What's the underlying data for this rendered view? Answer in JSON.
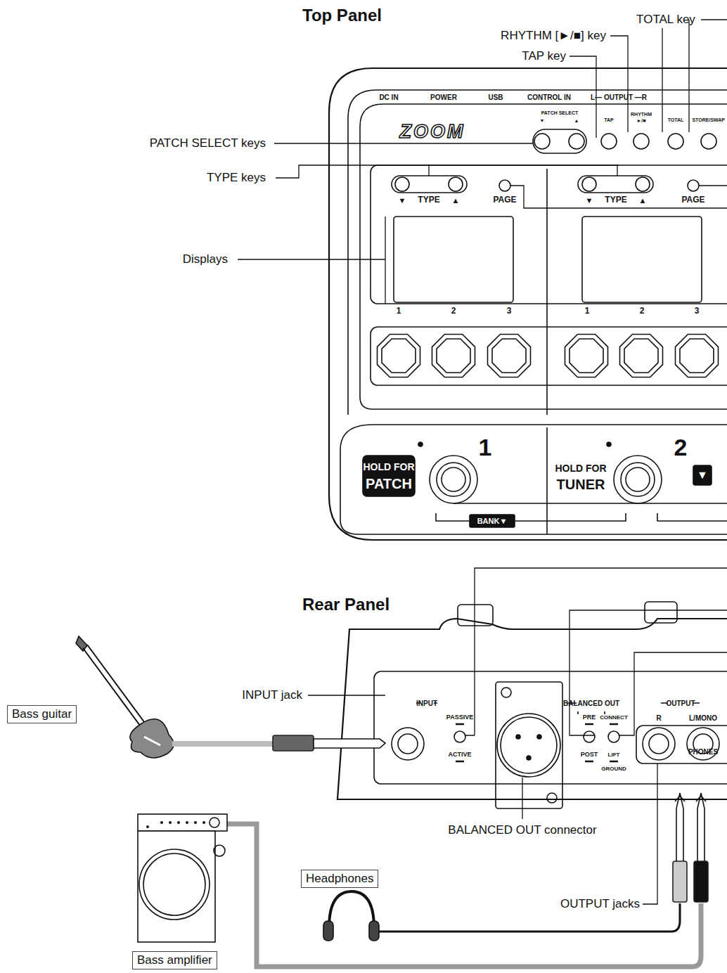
{
  "diagram": {
    "nodes": [
      {
        "text": [
          "Bass guitar"
        ]
      },
      {
        "text": [
          "Headphones"
        ]
      },
      {
        "text": [
          "Bass amplifier"
        ]
      }
    ],
    "labels": [
      "Top Panel",
      "TOTAL key",
      "RHYTHM [►/■] key",
      "TAP key",
      "PATCH SELECT keys",
      "TYPE keys",
      "Displays",
      "DC IN",
      "POWER",
      "USB",
      "CONTROL IN",
      "L— OUTPUT —R",
      "PATCH SELECT",
      "▼",
      "▲",
      "TAP",
      "RHYTHM",
      "►/■",
      "TOTAL",
      "STORE/SWAP",
      "ZOOM",
      "▼",
      "TYPE",
      "▲",
      "PAGE",
      "▼",
      "TYPE",
      "▲",
      "PAGE",
      "1",
      "2",
      "3",
      "1",
      "2",
      "3",
      "HOLD FOR",
      "PATCH",
      "1",
      "HOLD FOR",
      "TUNER",
      "2",
      "▼",
      "BANK▼",
      "Rear Panel",
      "INPUT jack",
      "INPUT",
      "PASSIVE",
      "ACTIVE",
      "BALANCED OUT",
      "PRE",
      "POST",
      "CONNECT",
      "LIFT",
      "GROUND",
      "OUTPUT",
      "R",
      "L/MONO",
      "PHONES",
      "BALANCED OUT connector",
      "OUTPUT jacks"
    ]
  }
}
